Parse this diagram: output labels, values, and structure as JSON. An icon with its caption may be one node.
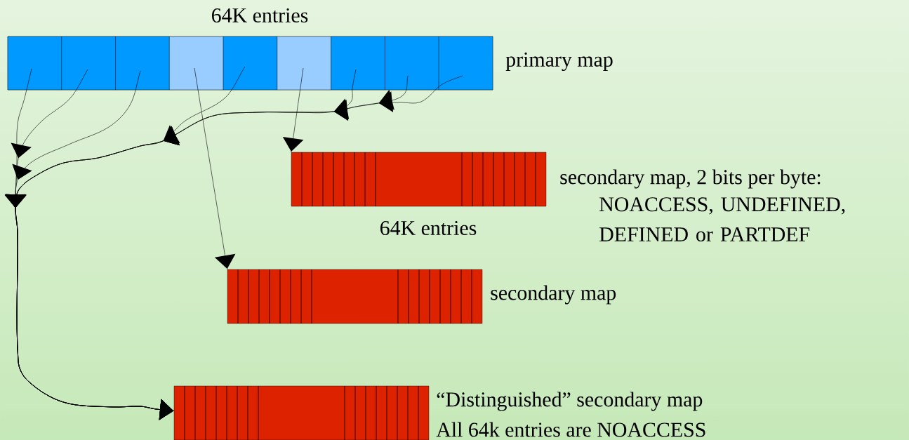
{
  "diagram": {
    "nodes": [
      {
        "text": [
          "64K entries"
        ],
        "beside": [
          "primary map"
        ]
      },
      {
        "text": [],
        "shape": "box",
        "in": 0
      },
      {
        "text": [],
        "shape": "box",
        "in": 0
      },
      {
        "text": [],
        "shape": "box",
        "in": 0
      },
      {
        "text": [],
        "shape": "box",
        "in": 0
      },
      {
        "text": [],
        "shape": "box",
        "in": 0
      },
      {
        "text": [],
        "shape": "box",
        "in": 0
      },
      {
        "text": [],
        "shape": "box",
        "in": 0
      },
      {
        "text": [],
        "shape": "box",
        "in": 0
      },
      {
        "text": [],
        "shape": "box",
        "in": 0
      },
      {
        "text": [],
        "shape": "bar",
        "beside": [
          "secondary map, 2 bits per byte:",
          "NOACCESS, UNDEFINED, DEFINED or PARTDEF",
          "64K entries"
        ]
      },
      {
        "text": [],
        "shape": "bar",
        "beside": [
          "secondary map"
        ]
      },
      {
        "text": [],
        "shape": "bar",
        "beside": [
          "“Distinguished” secondary map",
          "All 64k entries are NOACCESS"
        ]
      }
    ],
    "edges": [
      {
        "from": 1,
        "to": 12,
        "arrow": "to"
      },
      {
        "from": 2,
        "to": 12,
        "arrow": "to"
      },
      {
        "from": 3,
        "to": 12,
        "arrow": "to"
      },
      {
        "from": 4,
        "to": 11,
        "arrow": "to"
      },
      {
        "from": 5,
        "to": 12,
        "arrow": "to"
      },
      {
        "from": 6,
        "to": 10,
        "arrow": "to"
      },
      {
        "from": 7,
        "to": 12,
        "arrow": "to"
      },
      {
        "from": 8,
        "to": 12,
        "arrow": "to"
      },
      {
        "from": 9,
        "to": 12,
        "arrow": "to"
      }
    ]
  }
}
